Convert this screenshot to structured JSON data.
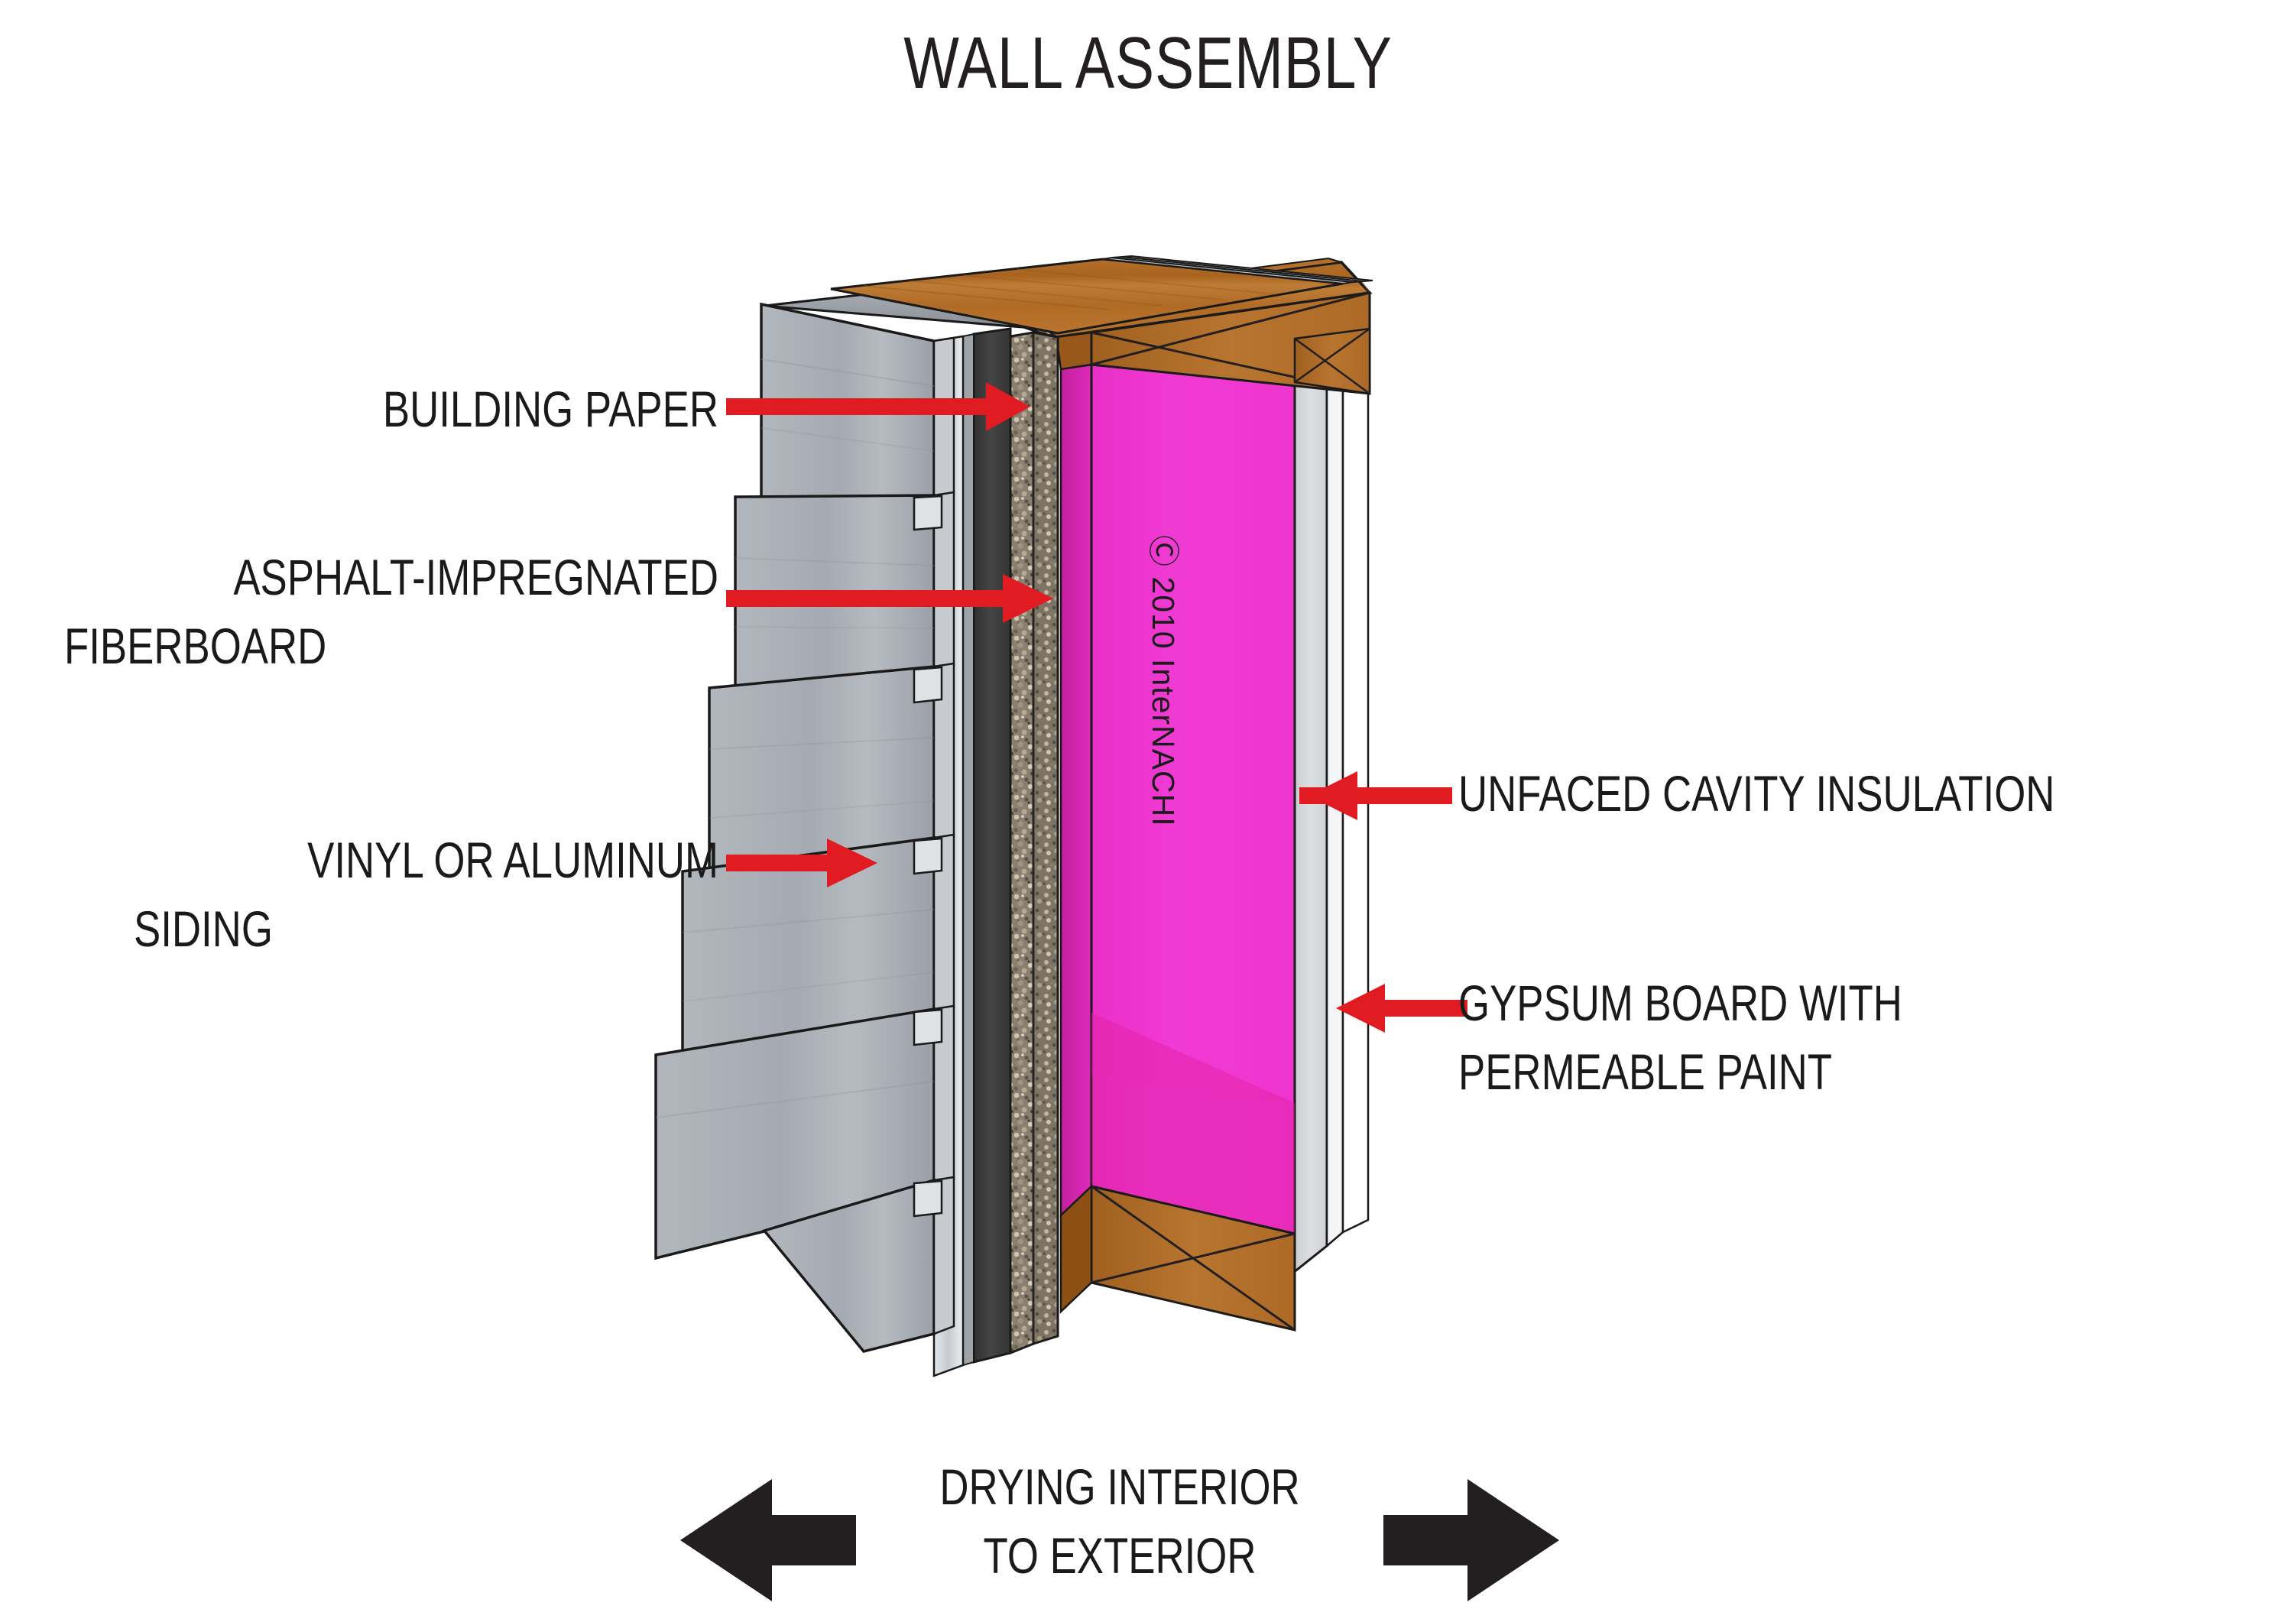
{
  "title": "WALL ASSEMBLY",
  "watermark": "Ⓒ 2010  InterNACHI",
  "callouts": {
    "building_paper": "BUILDING PAPER",
    "fiberboard_l1": "ASPHALT-IMPREGNATED",
    "fiberboard_l2": "FIBERBOARD",
    "siding_l1": "VINYL OR ALUMINUM",
    "siding_l2": "SIDING",
    "insulation": "UNFACED CAVITY INSULATION",
    "gypsum_l1": "GYPSUM BOARD WITH",
    "gypsum_l2": "PERMEABLE PAINT"
  },
  "caption": {
    "line1": "DRYING INTERIOR",
    "line2": "TO EXTERIOR"
  },
  "colors": {
    "arrow_red": "#e01b22",
    "arrow_black": "#231f20",
    "siding_gray": "#a8adb5",
    "siding_light": "#d6dade",
    "building_paper_dark": "#3c3c3c",
    "fiberboard_speckle": "#8d8371",
    "wood_brown": "#b3702c",
    "wood_brown_dark": "#96571b",
    "insulation_magenta": "#ef3ad2",
    "insulation_magenta_dark": "#d81fae",
    "gypsum_gray": "#d2d4d6",
    "gypsum_white": "#fdfdfd",
    "outline": "#1a1a1a"
  },
  "layers": [
    {
      "name": "vinyl-or-aluminum-siding",
      "order": 1
    },
    {
      "name": "building-paper",
      "order": 2
    },
    {
      "name": "asphalt-impregnated-fiberboard",
      "order": 3
    },
    {
      "name": "wood-framing-plate",
      "order": 4
    },
    {
      "name": "unfaced-cavity-insulation",
      "order": 5
    },
    {
      "name": "gypsum-board-with-permeable-paint",
      "order": 6
    }
  ]
}
